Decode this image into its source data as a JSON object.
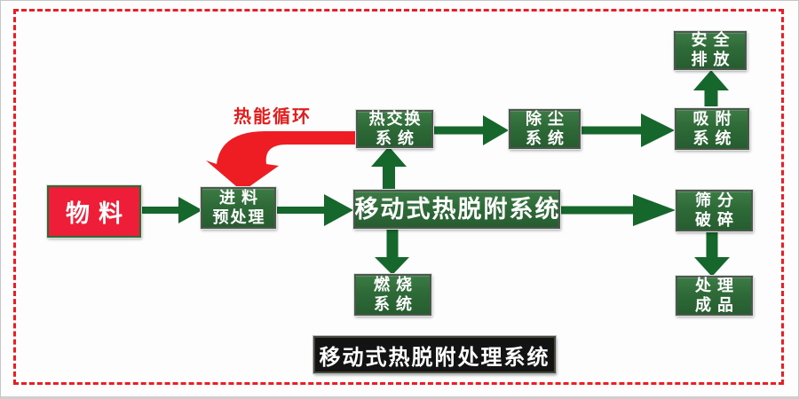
{
  "diagram": {
    "caption": "移动式热脱附处理系统",
    "recycle_label": "热能循环",
    "nodes": {
      "material": {
        "label": "物料"
      },
      "feed_pretreatment": {
        "line1": "进料",
        "line2": "预处理"
      },
      "main_system": {
        "label": "移动式热脱附系统"
      },
      "heat_exchange": {
        "line1": "热交换",
        "line2": "系统"
      },
      "dust_removal": {
        "line1": "除尘",
        "line2": "系统"
      },
      "adsorption": {
        "line1": "吸附",
        "line2": "系统"
      },
      "safe_discharge": {
        "line1": "安全",
        "line2": "排放"
      },
      "combustion": {
        "line1": "燃烧",
        "line2": "系统"
      },
      "screening_crushing": {
        "line1": "筛分",
        "line2": "破碎"
      },
      "treated_product": {
        "line1": "处理",
        "line2": "成品"
      }
    },
    "colors": {
      "box_green": "#2e6a38",
      "arrow_green": "#15672b",
      "recycle_red": "#ee1d24",
      "material_red": "#ef1e38",
      "caption_black": "#131313",
      "frame_dash_red": "#ee1d24",
      "text_white": "#ffffff"
    }
  }
}
